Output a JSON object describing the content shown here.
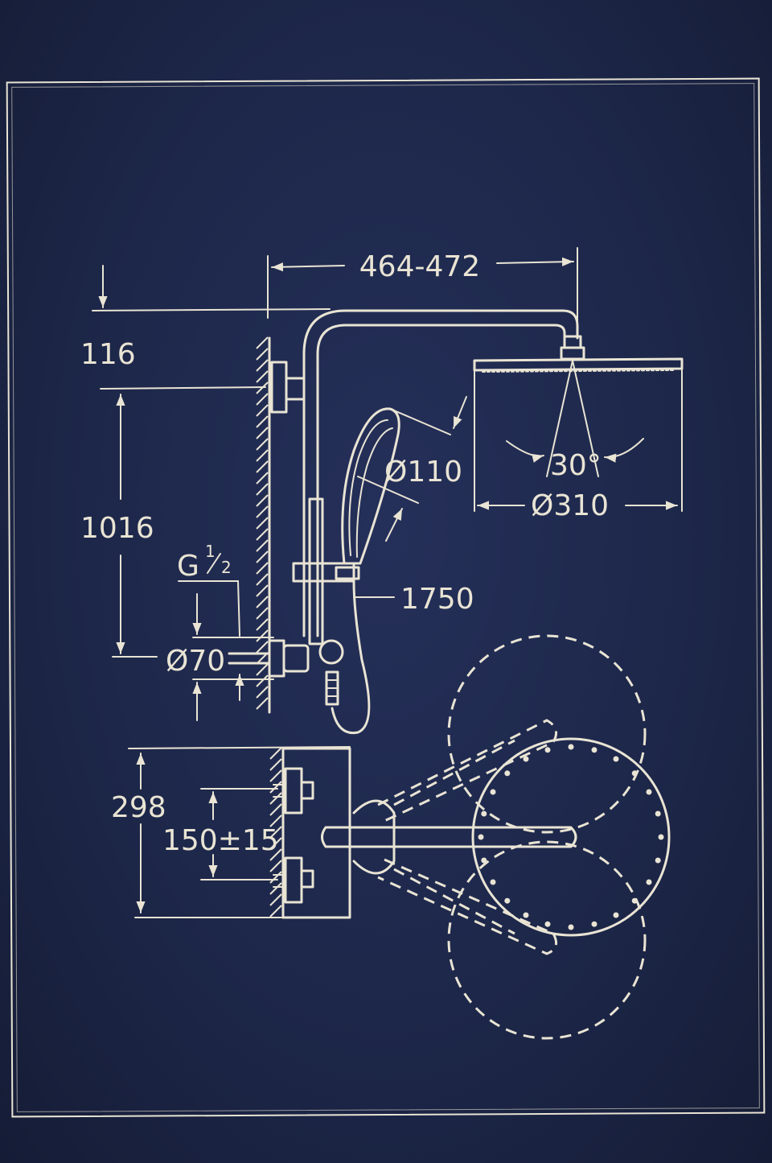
{
  "dimensions": {
    "arm_length": "464-472",
    "arm_drop": "116",
    "rail_height": "1016",
    "thread_main": "G",
    "thread_fraction_num": "1",
    "thread_fraction_den": "2",
    "flange_diameter": "Ø70",
    "hand_shower_diameter": "Ø110",
    "head_shower_diameter": "Ø310",
    "spray_angle": "30°",
    "hose_length": "1750",
    "mixer_height": "298",
    "inlet_spacing": "150±15"
  },
  "colors": {
    "background": "#1d2749",
    "line": "#e9e4d4"
  }
}
